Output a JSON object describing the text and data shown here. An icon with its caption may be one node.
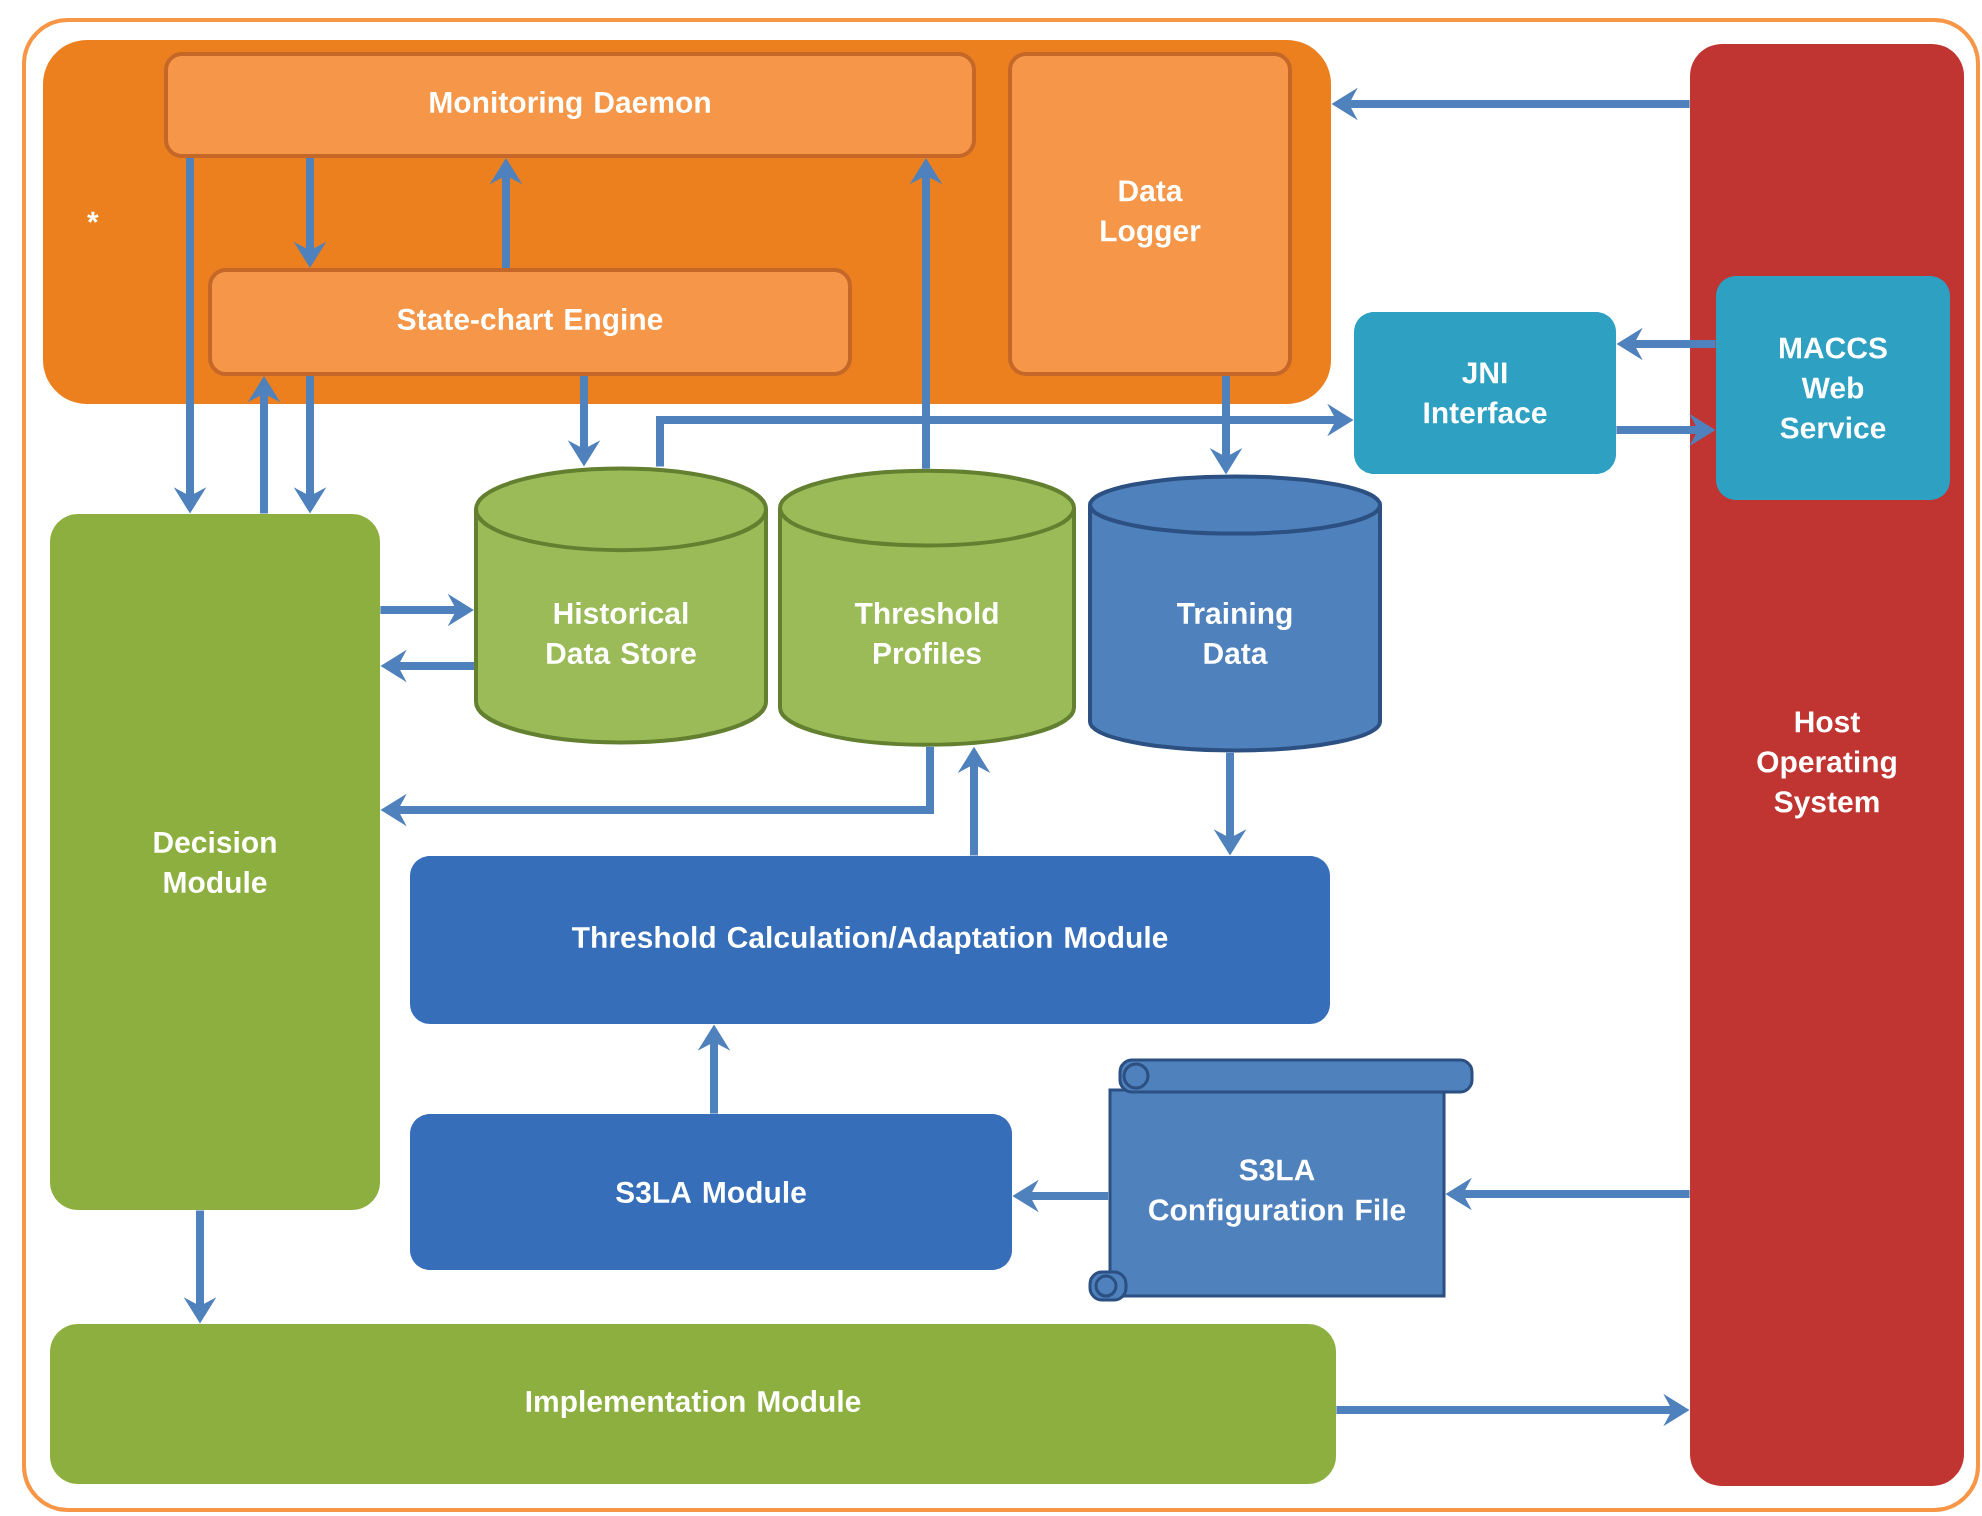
{
  "diagram": {
    "nodes": [
      {
        "text": [
          "*"
        ]
      },
      {
        "text": [
          "Monitoring Daemon"
        ],
        "in": 0
      },
      {
        "text": [
          "State-chart Engine"
        ],
        "in": 0
      },
      {
        "text": [
          "Data Logger"
        ],
        "in": 0
      },
      {
        "text": [
          "Host Operating System"
        ]
      },
      {
        "text": [
          "JNI Interface"
        ]
      },
      {
        "text": [
          "MACCS Web Service"
        ],
        "in": 4
      },
      {
        "text": [
          "Decision Module"
        ]
      },
      {
        "text": [
          "Historical Data Store"
        ]
      },
      {
        "text": [
          "Threshold Profiles"
        ]
      },
      {
        "text": [
          "Training Data"
        ]
      },
      {
        "text": [
          "Threshold Calculation/Adaptation Module"
        ]
      },
      {
        "text": [
          "S3LA Module"
        ]
      },
      {
        "text": [
          "S3LA Configuration File"
        ]
      },
      {
        "text": [
          "Implementation Module"
        ]
      }
    ],
    "edges": [
      {
        "from": 4,
        "to": 0,
        "arrow": "to"
      },
      {
        "from": 1,
        "to": 7,
        "arrow": "to"
      },
      {
        "from": 1,
        "to": 2,
        "arrow": "to"
      },
      {
        "from": 2,
        "to": 1,
        "arrow": "to"
      },
      {
        "from": 2,
        "to": 8,
        "arrow": "to"
      },
      {
        "from": 7,
        "to": 2,
        "arrow": "to"
      },
      {
        "from": 2,
        "to": 7,
        "arrow": "to"
      },
      {
        "from": 9,
        "to": 1,
        "arrow": "to"
      },
      {
        "from": 8,
        "to": 5,
        "arrow": "to"
      },
      {
        "from": 3,
        "to": 10,
        "arrow": "to"
      },
      {
        "from": 6,
        "to": 5,
        "arrow": "to"
      },
      {
        "from": 5,
        "to": 6,
        "arrow": "to"
      },
      {
        "from": 7,
        "to": 8,
        "arrow": "to"
      },
      {
        "from": 8,
        "to": 7,
        "arrow": "to"
      },
      {
        "from": 9,
        "to": 7,
        "arrow": "to"
      },
      {
        "from": 11,
        "to": 9,
        "arrow": "to"
      },
      {
        "from": 10,
        "to": 11,
        "arrow": "to"
      },
      {
        "from": 12,
        "to": 11,
        "arrow": "to"
      },
      {
        "from": 13,
        "to": 12,
        "arrow": "to"
      },
      {
        "from": 4,
        "to": 13,
        "arrow": "to"
      },
      {
        "from": 7,
        "to": 14,
        "arrow": "to"
      },
      {
        "from": 14,
        "to": 4,
        "arrow": "to"
      }
    ]
  }
}
